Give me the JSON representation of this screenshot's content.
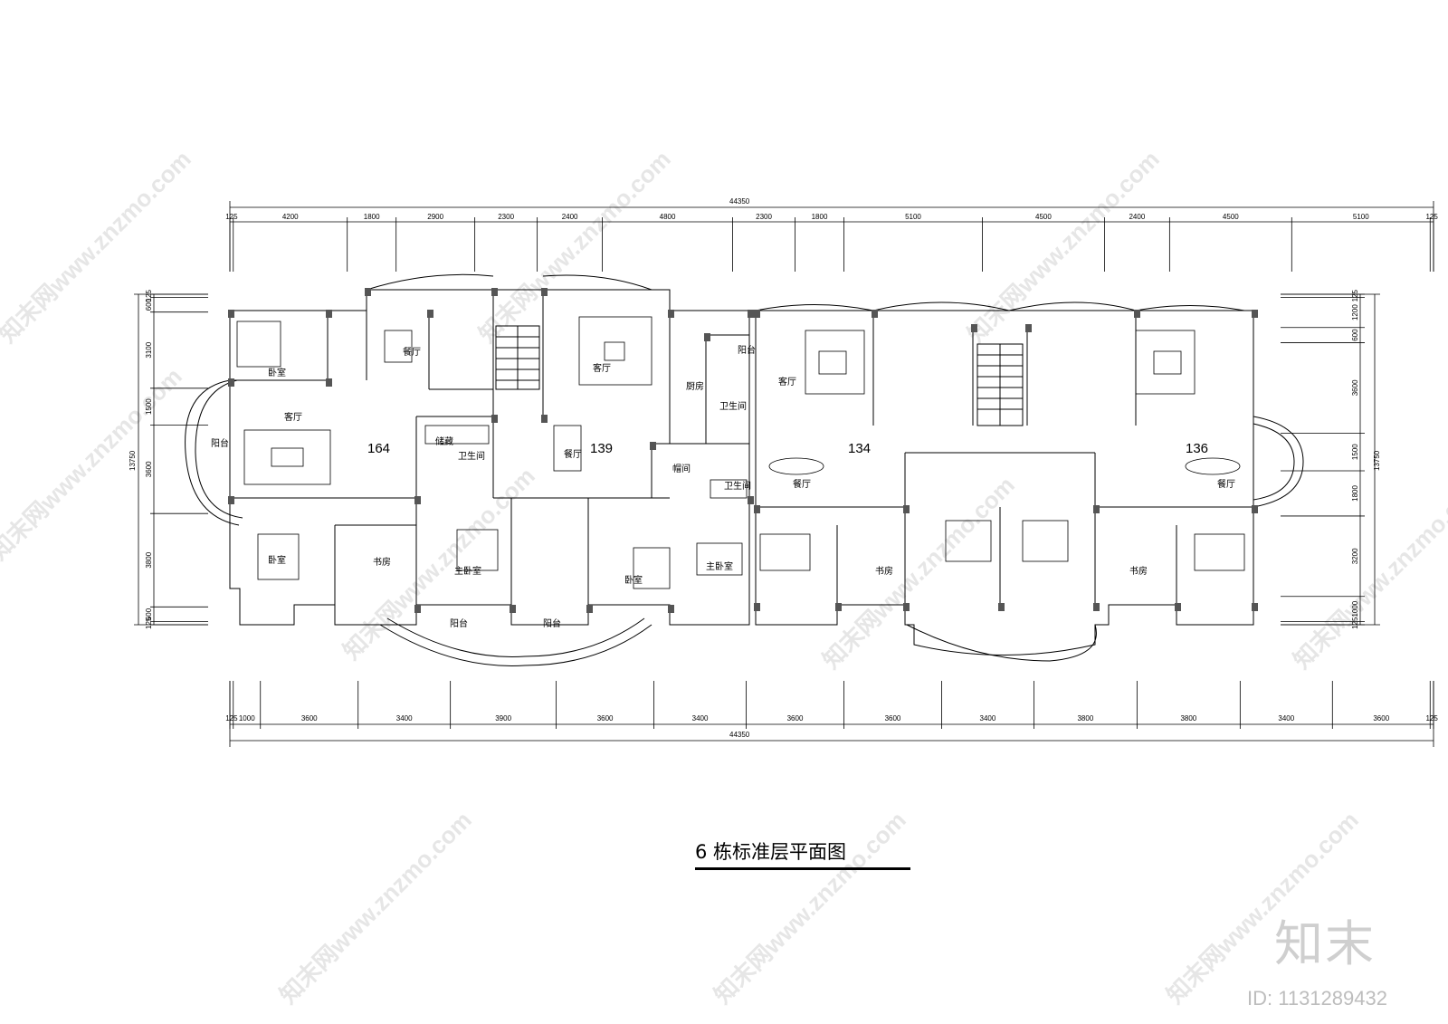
{
  "title": "6 栋标准层平面图",
  "brand": "知末",
  "image_id": "ID: 1131289432",
  "watermark": "知末网www.znzmo.com",
  "dims": {
    "top_total": "44350",
    "top_segments": [
      "125",
      "4200",
      "1800",
      "2900",
      "2300",
      "2400",
      "4800",
      "2300",
      "1800",
      "5100",
      "4500",
      "2400",
      "4500",
      "5100",
      "125"
    ],
    "bottom_total": "44350",
    "bottom_segments": [
      "125",
      "1000",
      "3600",
      "3400",
      "3900",
      "3600",
      "3400",
      "3600",
      "3600",
      "3400",
      "3800",
      "3800",
      "3400",
      "3600",
      "125"
    ],
    "left_total": "13750",
    "left_segments": [
      "125",
      "600",
      "3100",
      "1500",
      "3600",
      "3800",
      "600",
      "125"
    ],
    "right_total": "13750",
    "right_segments": [
      "125",
      "1200",
      "600",
      "3600",
      "1500",
      "1800",
      "3200",
      "1000",
      "125"
    ]
  },
  "units": {
    "u164": "164",
    "u139": "139",
    "u134": "134",
    "u136": "136"
  },
  "rooms": {
    "bedroom": "卧室",
    "living": "客厅",
    "dining": "餐厅",
    "balcony": "阳台",
    "study": "书房",
    "master_bedroom": "主卧室",
    "storage": "储藏",
    "bathroom": "卫生间",
    "kitchen": "厨房",
    "cloakroom": "帽间",
    "dining_short": "餐厅"
  }
}
